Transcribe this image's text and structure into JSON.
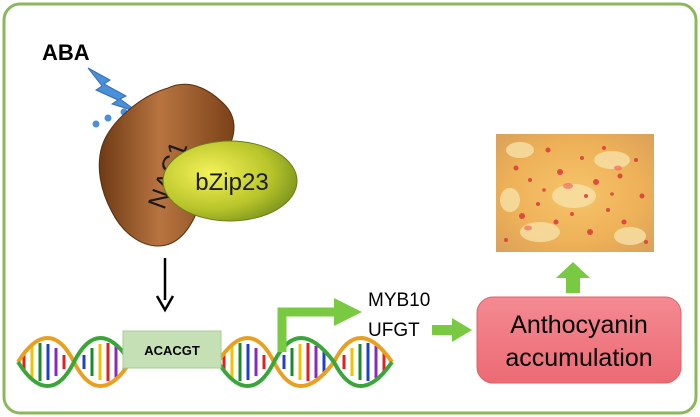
{
  "labels": {
    "hormone": "ABA",
    "tf_primary": "NAC1",
    "tf_partner": "bZip23",
    "promoter_motif": "ACACGT",
    "target_gene_1": "MYB10",
    "target_gene_2": "UFGT",
    "outcome_line_1": "Anthocyanin",
    "outcome_line_2": "accumulation"
  },
  "colors": {
    "frame_border": "#8ab85a",
    "arrow_green": "#7ac943",
    "nac1_fill": "#9a5a2c",
    "bzip23_fill": "#b7c930",
    "motif_box": "#c5e0b4",
    "outcome_box": "#f07b84",
    "lightning": "#4a8fd8"
  },
  "icons": {
    "signal": "lightning-bolt-icon",
    "dna": "dna-double-helix-icon",
    "result_image": "callus-tissue-photo"
  }
}
